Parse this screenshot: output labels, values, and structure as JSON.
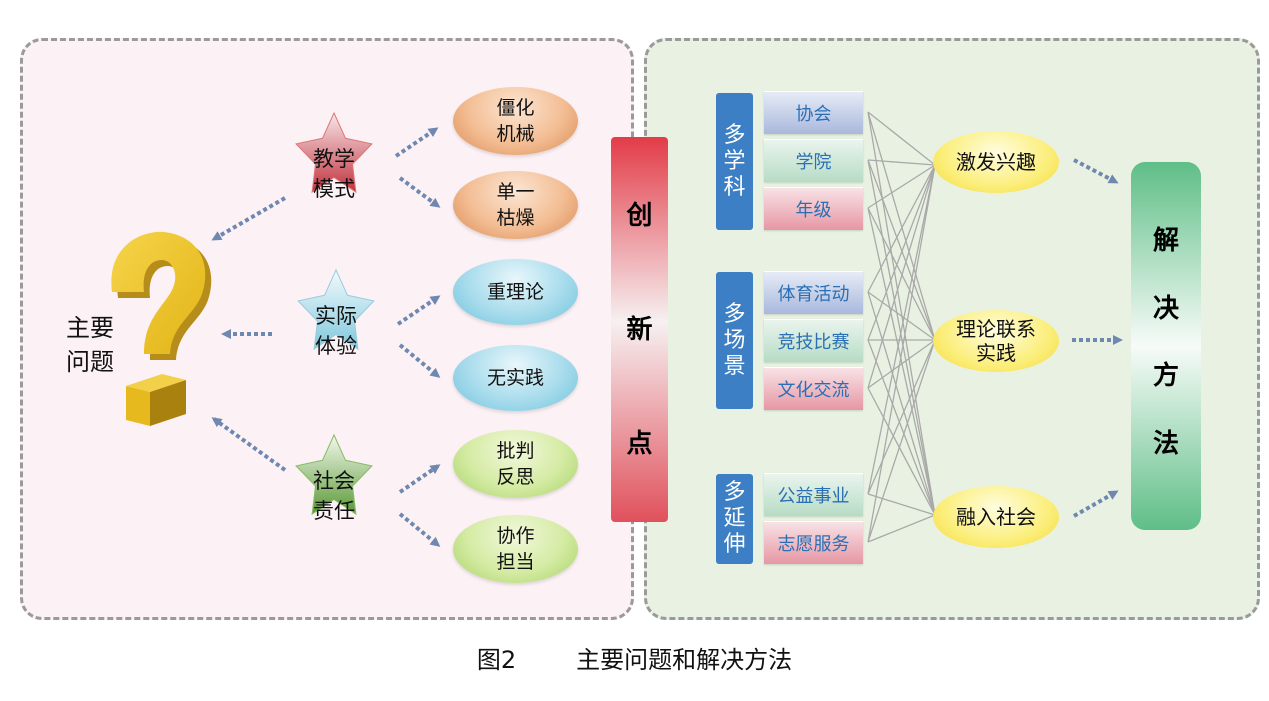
{
  "left": {
    "main_problem": "主要\n问题",
    "stars": [
      {
        "label": "教学\n模式",
        "branches": [
          "僵化\n机械",
          "单一\n枯燥"
        ]
      },
      {
        "label": "实际\n体验",
        "branches": [
          "重理论",
          "无实践"
        ]
      },
      {
        "label": "社会\n责任",
        "branches": [
          "批判\n反思",
          "协作\n担当"
        ]
      }
    ]
  },
  "innovation": [
    "创",
    "新",
    "点"
  ],
  "right": {
    "categories": [
      {
        "label": "多\n学\n科",
        "items": [
          "协会",
          "学院",
          "年级"
        ]
      },
      {
        "label": "多\n场\n景",
        "items": [
          "体育活动",
          "竞技比赛",
          "文化交流"
        ]
      },
      {
        "label": "多\n延\n伸",
        "items": [
          "公益事业",
          "志愿服务"
        ]
      }
    ],
    "goals": [
      "激发兴趣",
      "理论联系\n实践",
      "融入社会"
    ],
    "solution": [
      "解",
      "决",
      "方",
      "法"
    ]
  },
  "caption": {
    "figure": "图2",
    "title": "主要问题和解决方法"
  },
  "colors": {
    "left_bg": "#fcf1f5",
    "right_bg": "#e9f2e2",
    "category_blue": "#3d7fc4",
    "arrow": "#6f88b0",
    "innovation_red": "#e23c48",
    "solution_green": "#5fbe87"
  }
}
